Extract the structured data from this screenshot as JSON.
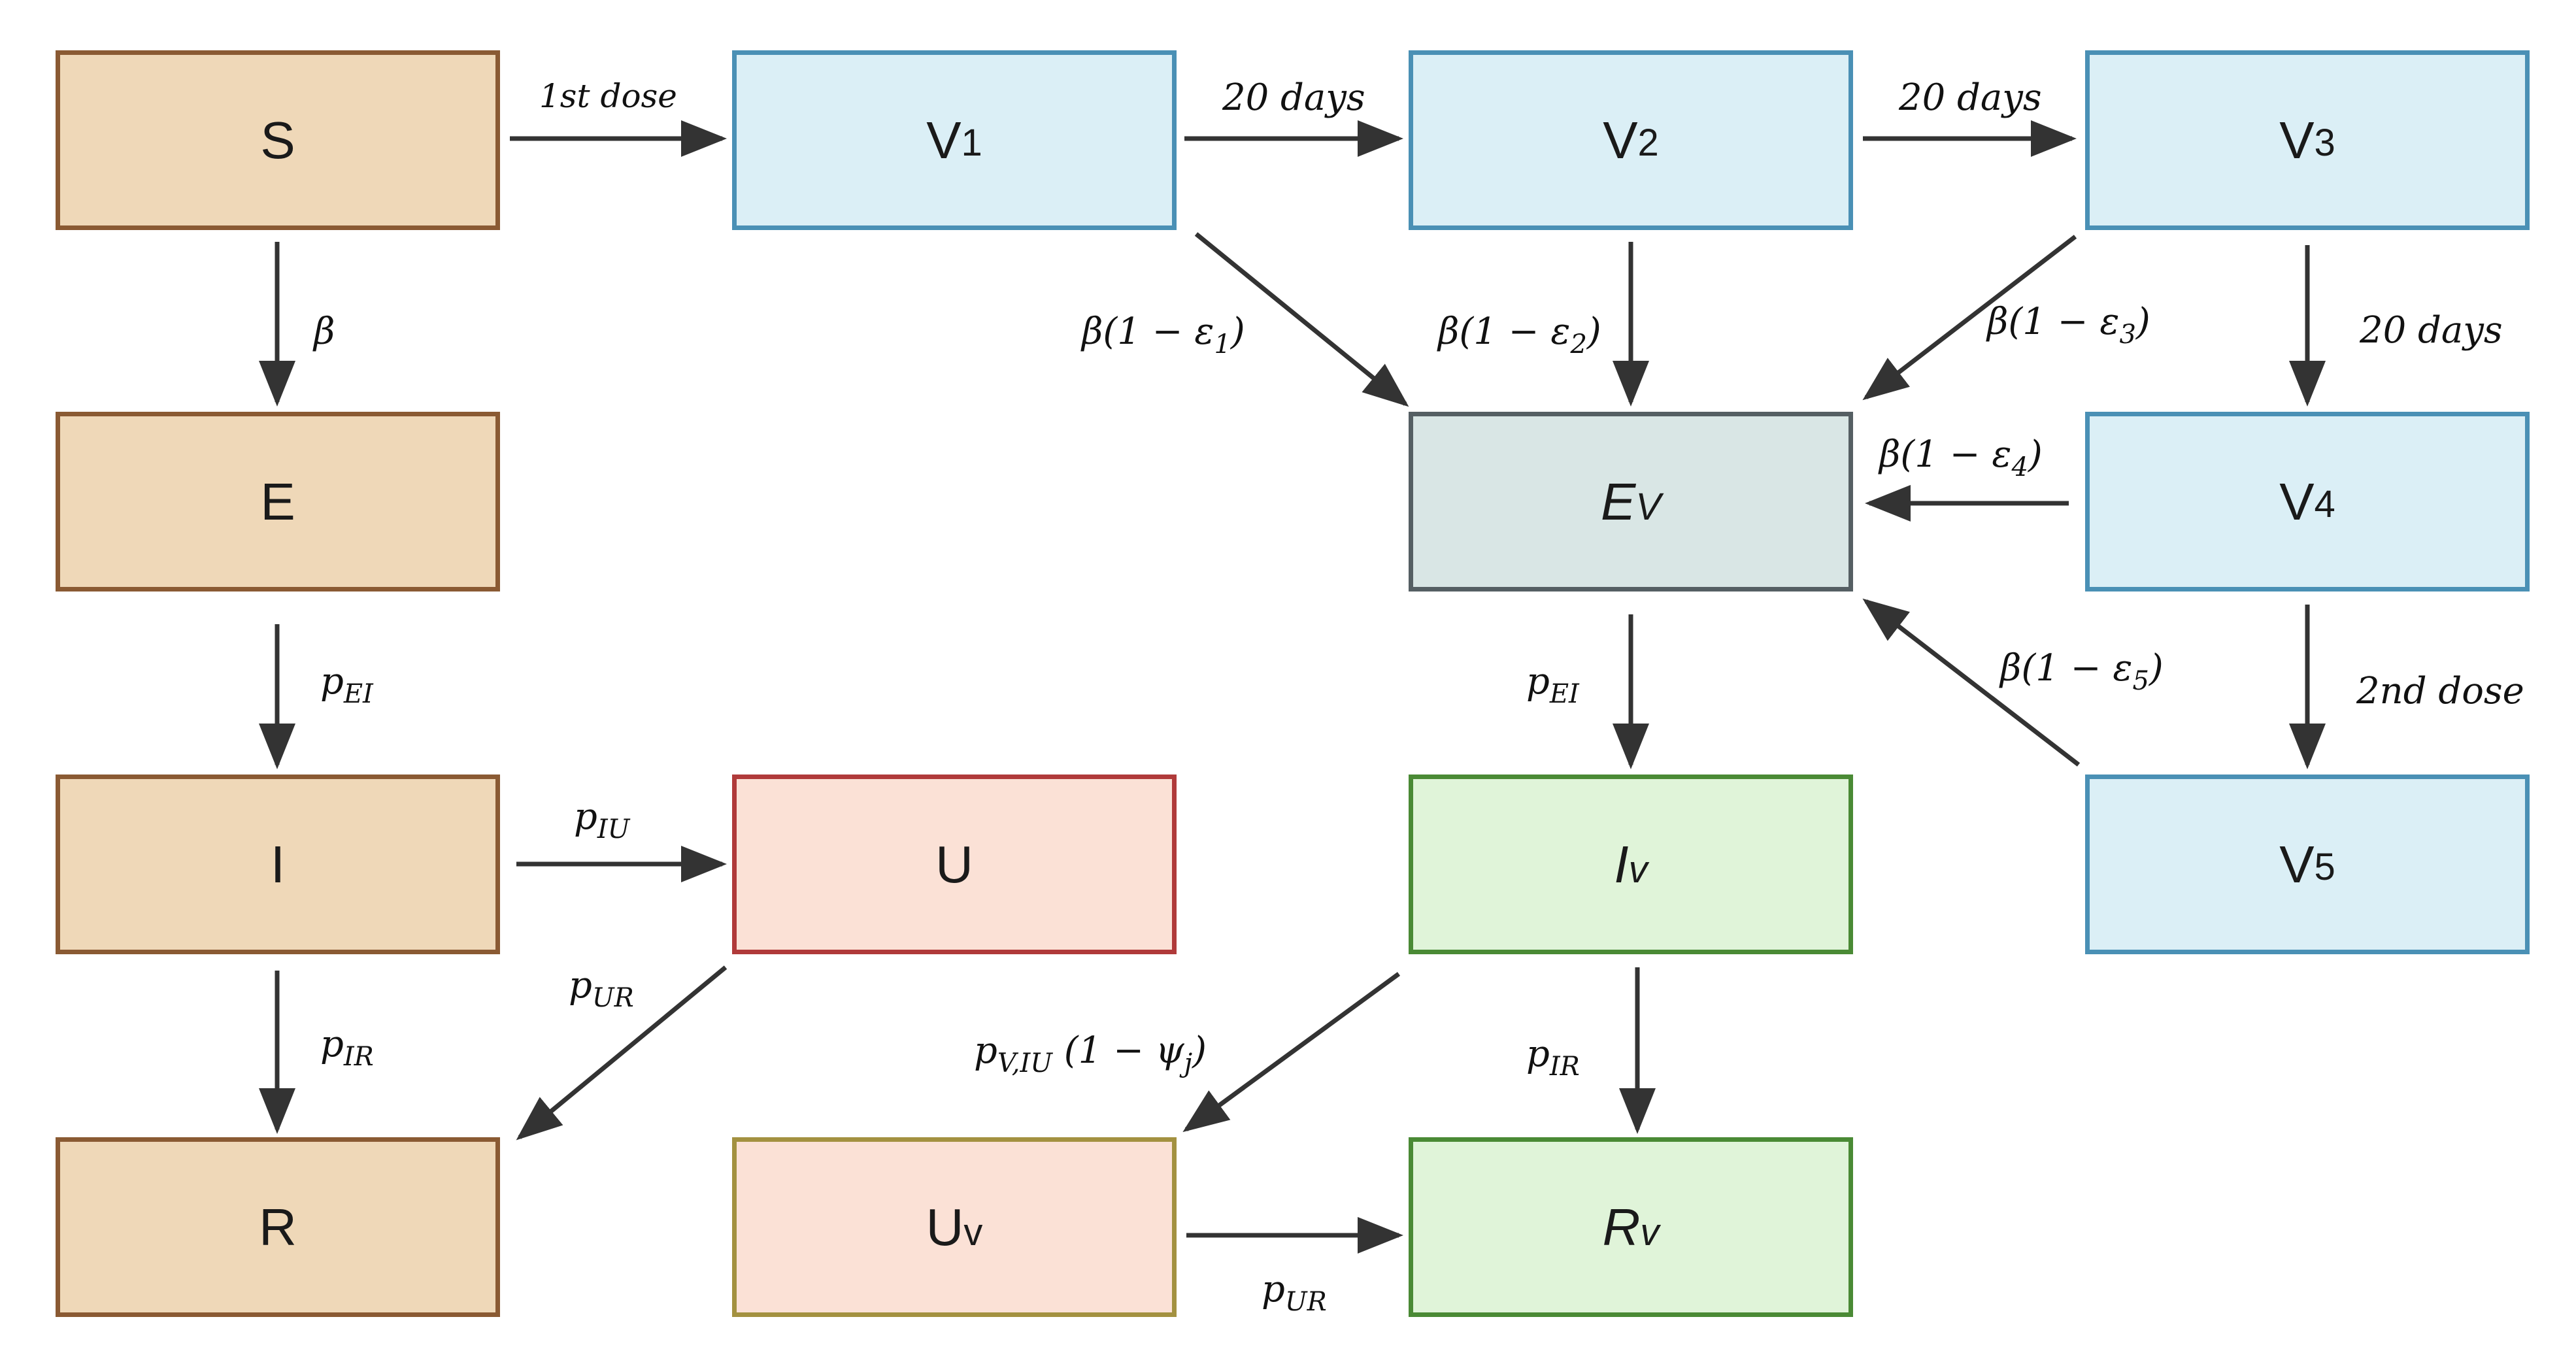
{
  "nodes": {
    "S": {
      "text": "S",
      "sub": ""
    },
    "V1": {
      "text": "V",
      "sub": "1"
    },
    "V2": {
      "text": "V",
      "sub": "2"
    },
    "V3": {
      "text": "V",
      "sub": "3"
    },
    "E": {
      "text": "E",
      "sub": ""
    },
    "Ev": {
      "text": "E",
      "sub": "V"
    },
    "V4": {
      "text": "V",
      "sub": "4"
    },
    "I": {
      "text": "I",
      "sub": ""
    },
    "U": {
      "text": "U",
      "sub": ""
    },
    "Iv": {
      "text": "I",
      "sub": "v"
    },
    "V5": {
      "text": "V",
      "sub": "5"
    },
    "R": {
      "text": "R",
      "sub": ""
    },
    "Uv": {
      "text": "U",
      "sub": "v"
    },
    "Rv": {
      "text": "R",
      "sub": "v"
    }
  },
  "edges": {
    "first_dose": "1st dose",
    "v1_v2": "20 days",
    "v2_v3": "20 days",
    "v3_v4": "20 days",
    "second_dose": "2nd dose",
    "beta": "β",
    "beta_e1": {
      "pre": "β(1 − ε",
      "sub": "1",
      "post": ")"
    },
    "beta_e2": {
      "pre": "β(1 − ε",
      "sub": "2",
      "post": ")"
    },
    "beta_e3": {
      "pre": "β(1 − ε",
      "sub": "3",
      "post": ")"
    },
    "beta_e4": {
      "pre": "β(1 − ε",
      "sub": "4",
      "post": ")"
    },
    "beta_e5": {
      "pre": "β(1 − ε",
      "sub": "5",
      "post": ")"
    },
    "p_ei_left": {
      "pre": "p",
      "sub": "EI"
    },
    "p_ei_right": {
      "pre": "p",
      "sub": "EI"
    },
    "p_iu": {
      "pre": "p",
      "sub": "IU"
    },
    "p_ur_left": {
      "pre": "p",
      "sub": "UR"
    },
    "p_ur_bottom": {
      "pre": "p",
      "sub": "UR"
    },
    "p_ir_left": {
      "pre": "p",
      "sub": "IR"
    },
    "p_ir_right": {
      "pre": "p",
      "sub": "IR"
    },
    "p_viu": {
      "pre": "p",
      "sub": "V,IU",
      "post": " (1 − ψ",
      "sub2": "j",
      "post2": ")"
    }
  }
}
